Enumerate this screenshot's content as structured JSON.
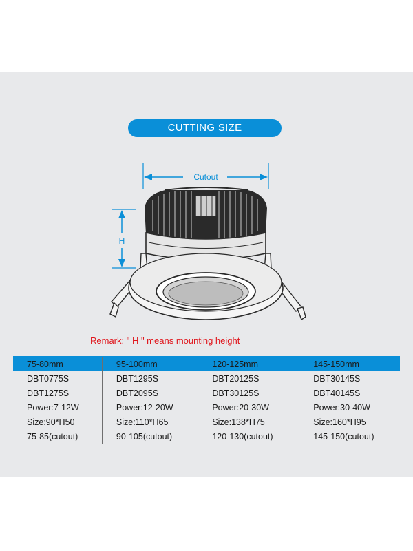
{
  "title": "CUTTING SIZE",
  "diagram": {
    "cutout_label": "Cutout",
    "height_label": "H"
  },
  "remark": "Remark: \" H \" means mounting height",
  "table": {
    "headers": [
      "75-80mm",
      "95-100mm",
      "120-125mm",
      "145-150mm"
    ],
    "rows": [
      [
        "DBT0775S",
        "DBT1295S",
        "DBT20125S",
        "DBT30145S"
      ],
      [
        "DBT1275S",
        "DBT2095S",
        "DBT30125S",
        "DBT40145S"
      ],
      [
        "Power:7-12W",
        "Power:12-20W",
        "Power:20-30W",
        "Power:30-40W"
      ],
      [
        "Size:90*H50",
        "Size:110*H65",
        "Size:138*H75",
        "Size:160*H95"
      ],
      [
        "75-85(cutout)",
        "90-105(cutout)",
        "120-130(cutout)",
        "145-150(cutout)"
      ]
    ]
  },
  "colors": {
    "accent": "#0a8fd8",
    "remark": "#e0161c",
    "panel": "#e8e9eb"
  }
}
